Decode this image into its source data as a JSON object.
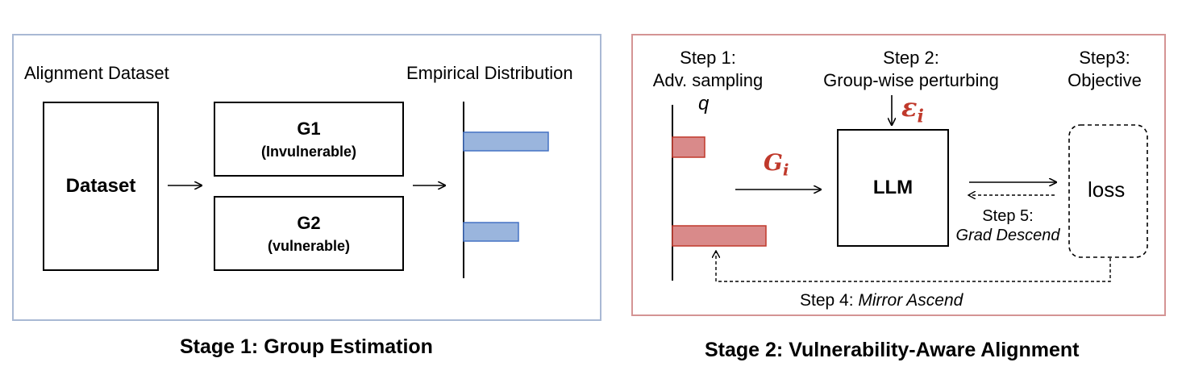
{
  "stage1": {
    "dataset_label": "Alignment Dataset",
    "dataset_box": "Dataset",
    "empirical_label": "Empirical Distribution",
    "groups": [
      {
        "name": "G1",
        "desc": "(Invulnerable)",
        "share": 0.42
      },
      {
        "name": "G2",
        "desc": "(vulnerable)",
        "share": 0.27
      }
    ],
    "caption": "Stage 1: Group Estimation",
    "colors": {
      "panel_border": "#a9b9d4",
      "bar_fill": "#9ab5dd",
      "bar_stroke": "#4472c4"
    }
  },
  "stage2": {
    "step1_title": "Step 1:",
    "step1_sub": "Adv. sampling",
    "q_symbol": "q",
    "step2_title": "Step 2:",
    "step2_sub": "Group-wise perturbing",
    "epsilon_symbol": "ε",
    "epsilon_sub": "i",
    "step3_title": "Step3:",
    "step3_sub": "Objective",
    "g_symbol": "G",
    "g_sub": "i",
    "llm_label": "LLM",
    "loss_label": "loss",
    "step5_title": "Step 5:",
    "step5_sub": "Grad Descend",
    "step4_prefix": "Step 4: ",
    "step4_italic": "Mirror Ascend",
    "q_bars": [
      0.13,
      0.38
    ],
    "caption": "Stage 2: Vulnerability-Aware Alignment",
    "colors": {
      "panel_border": "#d49494",
      "bar_fill": "#d98a8a",
      "bar_stroke": "#c0392b",
      "symbol": "#c0392b"
    }
  }
}
